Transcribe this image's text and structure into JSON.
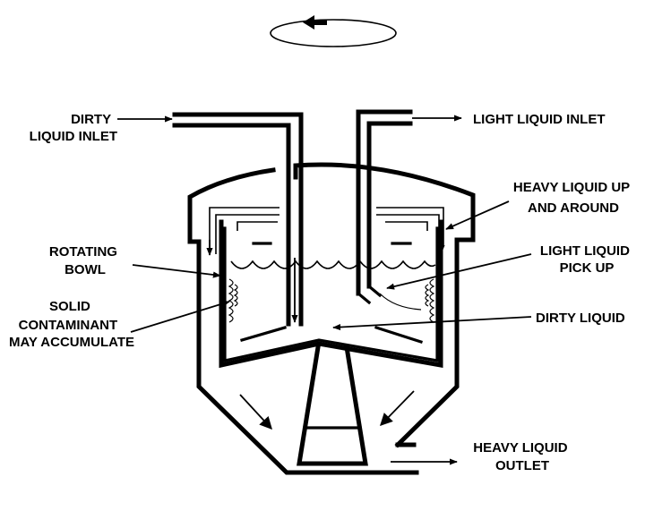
{
  "labels": {
    "dirty_inlet": [
      "DIRTY",
      "LIQUID INLET"
    ],
    "light_inlet": "LIGHT LIQUID INLET",
    "heavy_up": [
      "HEAVY LIQUID UP",
      "AND AROUND"
    ],
    "rotating_bowl": [
      "ROTATING",
      "BOWL"
    ],
    "light_pickup": [
      "LIGHT LIQUID",
      "PICK UP"
    ],
    "solid_contaminant": [
      "SOLID",
      "CONTAMINANT",
      "MAY ACCUMULATE"
    ],
    "dirty_liquid": "DIRTY LIQUID",
    "heavy_outlet": [
      "HEAVY LIQUID",
      "OUTLET"
    ]
  },
  "colors": {
    "ink": "#000000",
    "paper": "#ffffff"
  },
  "icons": [
    "rotation-arrow-icon"
  ]
}
